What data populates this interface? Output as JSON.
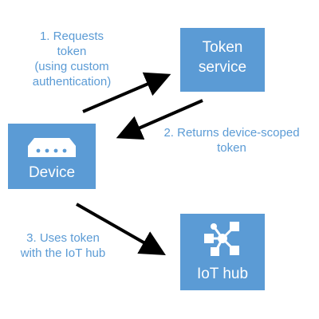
{
  "boxes": {
    "token_service": {
      "lines": [
        "Token",
        "service"
      ]
    },
    "device": {
      "label": "Device"
    },
    "iot_hub": {
      "label": "IoT hub"
    }
  },
  "labels": {
    "step1": [
      "1. Requests",
      "token",
      "(using custom",
      "authentication)"
    ],
    "step2": [
      "2. Returns device-scoped",
      "token"
    ],
    "step3": [
      "3. Uses token",
      "with the IoT hub"
    ]
  },
  "icons": {
    "device": "router-device-icon",
    "iot_hub": "iot-hub-network-icon"
  },
  "colors": {
    "box_fill": "#5b9bd5",
    "label_text": "#5b9bd5",
    "arrow": "#000000"
  }
}
